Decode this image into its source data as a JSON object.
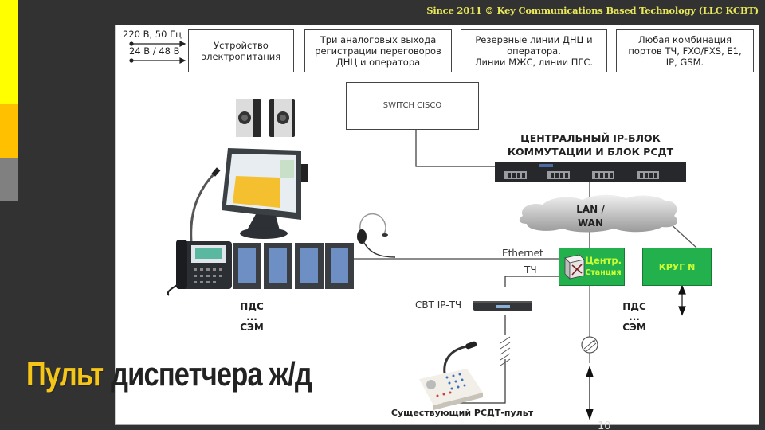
{
  "header": {
    "copyright": "Since 2011 © Key Communications Based Technology (LLC KCBT)"
  },
  "accent_colors": {
    "yellow": "#ffff00",
    "orange": "#ffc000",
    "gray": "#808080",
    "title_yellow": "#f5c518",
    "green_block": "#22b14c",
    "green_text": "#ccff33"
  },
  "top_row": {
    "voltage_1": "220 В, 50 Гц",
    "voltage_2": "24 В / 48 В",
    "boxes": [
      "Устройство\nэлектропитания",
      "Три аналоговых выхода\nрегистрации переговоров\nДНЦ и оператора",
      "Резервные линии ДНЦ и\nоператора.\nЛинии МЖС, линии ПГС.",
      "Любая комбинация\nпортов ТЧ, FXO/FXS, E1,\nIP, GSM."
    ]
  },
  "diagram": {
    "switch_label": "SWITCH CISCO",
    "central_block_label": "ЦЕНТРАЛЬНЫЙ IP-БЛОК\nКОММУТАЦИИ И БЛОК РСДТ",
    "cloud_label": "LAN / WAN",
    "ethernet_label": "Ethernet",
    "tch_label": "ТЧ",
    "central_station_line1": "Центр.",
    "central_station_line2": "Станция",
    "krug_label": "КРУГ N",
    "svt_label": "СВТ IP-ТЧ",
    "pds_left": "ПДС\n...\nСЭМ",
    "pds_right": "ПДС\n...\nСЭМ",
    "rsdt_console_label": "Существующий РСДТ-пульт",
    "icons": [
      "speakers",
      "touchscreen-monitor",
      "gooseneck-microphone",
      "ip-phone",
      "expansion-module",
      "headset",
      "rack-server",
      "network-cloud",
      "router",
      "modem-device",
      "rsdt-console",
      "line-amplifier"
    ]
  },
  "title": {
    "part1": "Пульт",
    "part2": "диспетчера ж/д"
  },
  "page_number": "10"
}
